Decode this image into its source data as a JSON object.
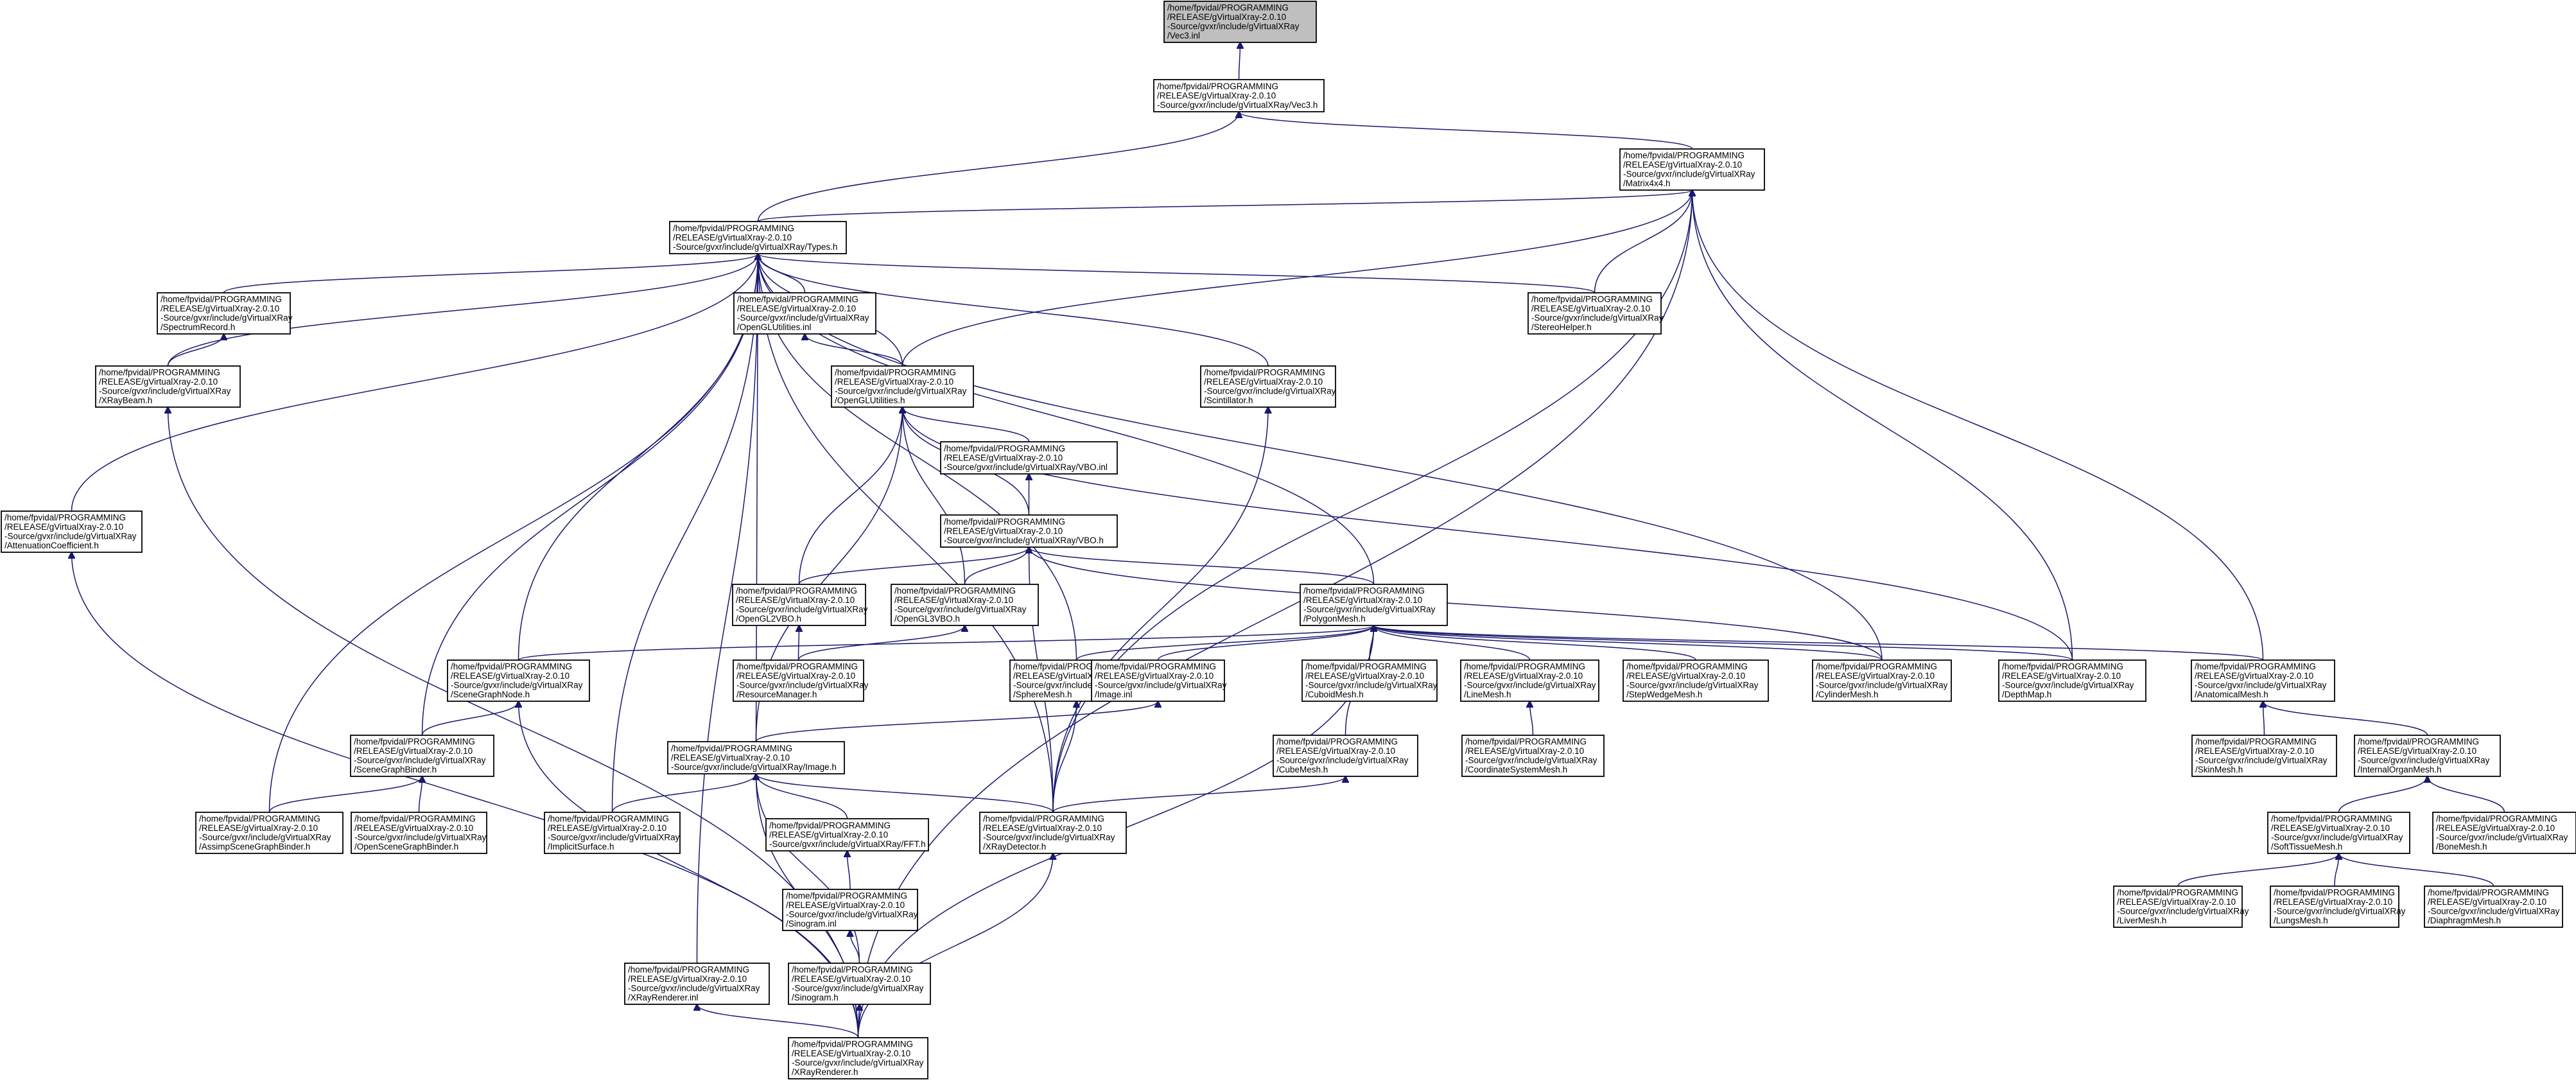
{
  "colors": {
    "edge": "#191970",
    "node_border": "#000000",
    "root_fill": "#bfbfbf",
    "node_fill": "#ffffff"
  },
  "nodes": [
    {
      "id": "vec3inl",
      "lines": [
        "/home/fpvidal/PROGRAMMING",
        "/RELEASE/gVirtualXray-2.0.10",
        "-Source/gvxr/include/gVirtualXRay",
        "/Vec3.inl"
      ]
    },
    {
      "id": "vec3h",
      "lines": [
        "/home/fpvidal/PROGRAMMING",
        "/RELEASE/gVirtualXray-2.0.10",
        "-Source/gvxr/include/gVirtualXRay/Vec3.h"
      ]
    },
    {
      "id": "matrix4x4",
      "lines": [
        "/home/fpvidal/PROGRAMMING",
        "/RELEASE/gVirtualXray-2.0.10",
        "-Source/gvxr/include/gVirtualXRay",
        "/Matrix4x4.h"
      ]
    },
    {
      "id": "types",
      "lines": [
        "/home/fpvidal/PROGRAMMING",
        "/RELEASE/gVirtualXray-2.0.10",
        "-Source/gvxr/include/gVirtualXRay/Types.h"
      ]
    },
    {
      "id": "spectrum",
      "lines": [
        "/home/fpvidal/PROGRAMMING",
        "/RELEASE/gVirtualXray-2.0.10",
        "-Source/gvxr/include/gVirtualXRay",
        "/SpectrumRecord.h"
      ]
    },
    {
      "id": "oglutilinl",
      "lines": [
        "/home/fpvidal/PROGRAMMING",
        "/RELEASE/gVirtualXray-2.0.10",
        "-Source/gvxr/include/gVirtualXRay",
        "/OpenGLUtilities.inl"
      ]
    },
    {
      "id": "stereo",
      "lines": [
        "/home/fpvidal/PROGRAMMING",
        "/RELEASE/gVirtualXray-2.0.10",
        "-Source/gvxr/include/gVirtualXRay",
        "/StereoHelper.h"
      ]
    },
    {
      "id": "xraybeam",
      "lines": [
        "/home/fpvidal/PROGRAMMING",
        "/RELEASE/gVirtualXray-2.0.10",
        "-Source/gvxr/include/gVirtualXRay",
        "/XRayBeam.h"
      ]
    },
    {
      "id": "oglutil",
      "lines": [
        "/home/fpvidal/PROGRAMMING",
        "/RELEASE/gVirtualXray-2.0.10",
        "-Source/gvxr/include/gVirtualXRay",
        "/OpenGLUtilities.h"
      ]
    },
    {
      "id": "scint",
      "lines": [
        "/home/fpvidal/PROGRAMMING",
        "/RELEASE/gVirtualXray-2.0.10",
        "-Source/gvxr/include/gVirtualXRay",
        "/Scintillator.h"
      ]
    },
    {
      "id": "vboinl",
      "lines": [
        "/home/fpvidal/PROGRAMMING",
        "/RELEASE/gVirtualXray-2.0.10",
        "-Source/gvxr/include/gVirtualXRay/VBO.inl"
      ]
    },
    {
      "id": "atten",
      "lines": [
        "/home/fpvidal/PROGRAMMING",
        "/RELEASE/gVirtualXray-2.0.10",
        "-Source/gvxr/include/gVirtualXRay",
        "/AttenuationCoefficient.h"
      ]
    },
    {
      "id": "vboh",
      "lines": [
        "/home/fpvidal/PROGRAMMING",
        "/RELEASE/gVirtualXray-2.0.10",
        "-Source/gvxr/include/gVirtualXRay/VBO.h"
      ]
    },
    {
      "id": "ogl2vbo",
      "lines": [
        "/home/fpvidal/PROGRAMMING",
        "/RELEASE/gVirtualXray-2.0.10",
        "-Source/gvxr/include/gVirtualXRay",
        "/OpenGL2VBO.h"
      ]
    },
    {
      "id": "ogl3vbo",
      "lines": [
        "/home/fpvidal/PROGRAMMING",
        "/RELEASE/gVirtualXray-2.0.10",
        "-Source/gvxr/include/gVirtualXRay",
        "/OpenGL3VBO.h"
      ]
    },
    {
      "id": "polygon",
      "lines": [
        "/home/fpvidal/PROGRAMMING",
        "/RELEASE/gVirtualXray-2.0.10",
        "-Source/gvxr/include/gVirtualXRay",
        "/PolygonMesh.h"
      ]
    },
    {
      "id": "scenenode",
      "lines": [
        "/home/fpvidal/PROGRAMMING",
        "/RELEASE/gVirtualXray-2.0.10",
        "-Source/gvxr/include/gVirtualXRay",
        "/SceneGraphNode.h"
      ]
    },
    {
      "id": "resmgr",
      "lines": [
        "/home/fpvidal/PROGRAMMING",
        "/RELEASE/gVirtualXray-2.0.10",
        "-Source/gvxr/include/gVirtualXRay",
        "/ResourceManager.h"
      ]
    },
    {
      "id": "sphere",
      "lines": [
        "/home/fpvidal/PROGRAMMING",
        "/RELEASE/gVirtualXray-2.0.10",
        "-Source/gvxr/include/gVirtualXRay",
        "/SphereMesh.h"
      ]
    },
    {
      "id": "imageinl",
      "lines": [
        "/home/fpvidal/PROGRAMMING",
        "/RELEASE/gVirtualXray-2.0.10",
        "-Source/gvxr/include/gVirtualXRay",
        "/Image.inl"
      ]
    },
    {
      "id": "cuboid",
      "lines": [
        "/home/fpvidal/PROGRAMMING",
        "/RELEASE/gVirtualXray-2.0.10",
        "-Source/gvxr/include/gVirtualXRay",
        "/CuboidMesh.h"
      ]
    },
    {
      "id": "linemesh",
      "lines": [
        "/home/fpvidal/PROGRAMMING",
        "/RELEASE/gVirtualXray-2.0.10",
        "-Source/gvxr/include/gVirtualXRay",
        "/LineMesh.h"
      ]
    },
    {
      "id": "stepwedge",
      "lines": [
        "/home/fpvidal/PROGRAMMING",
        "/RELEASE/gVirtualXray-2.0.10",
        "-Source/gvxr/include/gVirtualXRay",
        "/StepWedgeMesh.h"
      ]
    },
    {
      "id": "cylinder",
      "lines": [
        "/home/fpvidal/PROGRAMMING",
        "/RELEASE/gVirtualXray-2.0.10",
        "-Source/gvxr/include/gVirtualXRay",
        "/CylinderMesh.h"
      ]
    },
    {
      "id": "depthmap",
      "lines": [
        "/home/fpvidal/PROGRAMMING",
        "/RELEASE/gVirtualXray-2.0.10",
        "-Source/gvxr/include/gVirtualXRay",
        "/DepthMap.h"
      ]
    },
    {
      "id": "anatomical",
      "lines": [
        "/home/fpvidal/PROGRAMMING",
        "/RELEASE/gVirtualXray-2.0.10",
        "-Source/gvxr/include/gVirtualXRay",
        "/AnatomicalMesh.h"
      ]
    },
    {
      "id": "scenebinder",
      "lines": [
        "/home/fpvidal/PROGRAMMING",
        "/RELEASE/gVirtualXray-2.0.10",
        "-Source/gvxr/include/gVirtualXRay",
        "/SceneGraphBinder.h"
      ]
    },
    {
      "id": "imageh",
      "lines": [
        "/home/fpvidal/PROGRAMMING",
        "/RELEASE/gVirtualXray-2.0.10",
        "-Source/gvxr/include/gVirtualXRay/Image.h"
      ]
    },
    {
      "id": "cubemesh",
      "lines": [
        "/home/fpvidal/PROGRAMMING",
        "/RELEASE/gVirtualXray-2.0.10",
        "-Source/gvxr/include/gVirtualXRay",
        "/CubeMesh.h"
      ]
    },
    {
      "id": "coordsys",
      "lines": [
        "/home/fpvidal/PROGRAMMING",
        "/RELEASE/gVirtualXray-2.0.10",
        "-Source/gvxr/include/gVirtualXRay",
        "/CoordinateSystemMesh.h"
      ]
    },
    {
      "id": "skin",
      "lines": [
        "/home/fpvidal/PROGRAMMING",
        "/RELEASE/gVirtualXray-2.0.10",
        "-Source/gvxr/include/gVirtualXRay",
        "/SkinMesh.h"
      ]
    },
    {
      "id": "internal",
      "lines": [
        "/home/fpvidal/PROGRAMMING",
        "/RELEASE/gVirtualXray-2.0.10",
        "-Source/gvxr/include/gVirtualXRay",
        "/InternalOrganMesh.h"
      ]
    },
    {
      "id": "assimp",
      "lines": [
        "/home/fpvidal/PROGRAMMING",
        "/RELEASE/gVirtualXray-2.0.10",
        "-Source/gvxr/include/gVirtualXRay",
        "/AssimpSceneGraphBinder.h"
      ]
    },
    {
      "id": "osgbinder",
      "lines": [
        "/home/fpvidal/PROGRAMMING",
        "/RELEASE/gVirtualXray-2.0.10",
        "-Source/gvxr/include/gVirtualXRay",
        "/OpenSceneGraphBinder.h"
      ]
    },
    {
      "id": "implicit",
      "lines": [
        "/home/fpvidal/PROGRAMMING",
        "/RELEASE/gVirtualXray-2.0.10",
        "-Source/gvxr/include/gVirtualXRay",
        "/ImplicitSurface.h"
      ]
    },
    {
      "id": "fft",
      "lines": [
        "/home/fpvidal/PROGRAMMING",
        "/RELEASE/gVirtualXray-2.0.10",
        "-Source/gvxr/include/gVirtualXRay/FFT.h"
      ]
    },
    {
      "id": "detector",
      "lines": [
        "/home/fpvidal/PROGRAMMING",
        "/RELEASE/gVirtualXray-2.0.10",
        "-Source/gvxr/include/gVirtualXRay",
        "/XRayDetector.h"
      ]
    },
    {
      "id": "softtissue",
      "lines": [
        "/home/fpvidal/PROGRAMMING",
        "/RELEASE/gVirtualXray-2.0.10",
        "-Source/gvxr/include/gVirtualXRay",
        "/SoftTissueMesh.h"
      ]
    },
    {
      "id": "bone",
      "lines": [
        "/home/fpvidal/PROGRAMMING",
        "/RELEASE/gVirtualXray-2.0.10",
        "-Source/gvxr/include/gVirtualXRay",
        "/BoneMesh.h"
      ]
    },
    {
      "id": "sinograminl",
      "lines": [
        "/home/fpvidal/PROGRAMMING",
        "/RELEASE/gVirtualXray-2.0.10",
        "-Source/gvxr/include/gVirtualXRay",
        "/Sinogram.inl"
      ]
    },
    {
      "id": "liver",
      "lines": [
        "/home/fpvidal/PROGRAMMING",
        "/RELEASE/gVirtualXray-2.0.10",
        "-Source/gvxr/include/gVirtualXRay",
        "/LiverMesh.h"
      ]
    },
    {
      "id": "lungs",
      "lines": [
        "/home/fpvidal/PROGRAMMING",
        "/RELEASE/gVirtualXray-2.0.10",
        "-Source/gvxr/include/gVirtualXRay",
        "/LungsMesh.h"
      ]
    },
    {
      "id": "diaphragm",
      "lines": [
        "/home/fpvidal/PROGRAMMING",
        "/RELEASE/gVirtualXray-2.0.10",
        "-Source/gvxr/include/gVirtualXRay",
        "/DiaphragmMesh.h"
      ]
    },
    {
      "id": "rendererinl",
      "lines": [
        "/home/fpvidal/PROGRAMMING",
        "/RELEASE/gVirtualXray-2.0.10",
        "-Source/gvxr/include/gVirtualXRay",
        "/XRayRenderer.inl"
      ]
    },
    {
      "id": "sinogramh",
      "lines": [
        "/home/fpvidal/PROGRAMMING",
        "/RELEASE/gVirtualXray-2.0.10",
        "-Source/gvxr/include/gVirtualXRay",
        "/Sinogram.h"
      ]
    },
    {
      "id": "renderer",
      "lines": [
        "/home/fpvidal/PROGRAMMING",
        "/RELEASE/gVirtualXray-2.0.10",
        "-Source/gvxr/include/gVirtualXRay",
        "/XRayRenderer.h"
      ]
    }
  ],
  "edges": [
    [
      "vec3h",
      "vec3inl"
    ],
    [
      "types",
      "vec3h"
    ],
    [
      "matrix4x4",
      "vec3h"
    ],
    [
      "types",
      "matrix4x4"
    ],
    [
      "stereo",
      "matrix4x4"
    ],
    [
      "oglutil",
      "matrix4x4"
    ],
    [
      "depthmap",
      "matrix4x4"
    ],
    [
      "anatomical",
      "matrix4x4"
    ],
    [
      "detector",
      "matrix4x4"
    ],
    [
      "renderer",
      "matrix4x4"
    ],
    [
      "spectrum",
      "types"
    ],
    [
      "oglutilinl",
      "types"
    ],
    [
      "stereo",
      "types"
    ],
    [
      "xraybeam",
      "types"
    ],
    [
      "oglutil",
      "types"
    ],
    [
      "scint",
      "types"
    ],
    [
      "atten",
      "types"
    ],
    [
      "polygon",
      "types"
    ],
    [
      "scenenode",
      "types"
    ],
    [
      "sphere",
      "types"
    ],
    [
      "cylinder",
      "types"
    ],
    [
      "scenebinder",
      "types"
    ],
    [
      "imageh",
      "types"
    ],
    [
      "assimp",
      "types"
    ],
    [
      "implicit",
      "types"
    ],
    [
      "detector",
      "types"
    ],
    [
      "rendererinl",
      "types"
    ],
    [
      "xraybeam",
      "spectrum"
    ],
    [
      "oglutil",
      "oglutilinl"
    ],
    [
      "vboinl",
      "oglutil"
    ],
    [
      "vboh",
      "oglutil"
    ],
    [
      "ogl2vbo",
      "oglutil"
    ],
    [
      "ogl3vbo",
      "oglutil"
    ],
    [
      "depthmap",
      "oglutil"
    ],
    [
      "imageh",
      "oglutil"
    ],
    [
      "vboh",
      "vboinl"
    ],
    [
      "ogl2vbo",
      "vboh"
    ],
    [
      "ogl3vbo",
      "vboh"
    ],
    [
      "polygon",
      "vboh"
    ],
    [
      "detector",
      "vboh"
    ],
    [
      "cylinder",
      "vboh"
    ],
    [
      "resmgr",
      "ogl2vbo"
    ],
    [
      "resmgr",
      "ogl3vbo"
    ],
    [
      "scenenode",
      "polygon"
    ],
    [
      "sphere",
      "polygon"
    ],
    [
      "imageinl",
      "polygon"
    ],
    [
      "cuboid",
      "polygon"
    ],
    [
      "linemesh",
      "polygon"
    ],
    [
      "stepwedge",
      "polygon"
    ],
    [
      "cylinder",
      "polygon"
    ],
    [
      "depthmap",
      "polygon"
    ],
    [
      "anatomical",
      "polygon"
    ],
    [
      "cubemesh",
      "polygon"
    ],
    [
      "renderer",
      "polygon"
    ],
    [
      "scenebinder",
      "scenenode"
    ],
    [
      "renderer",
      "scenenode"
    ],
    [
      "imageh",
      "imageinl"
    ],
    [
      "coordsys",
      "linemesh"
    ],
    [
      "skin",
      "anatomical"
    ],
    [
      "internal",
      "anatomical"
    ],
    [
      "assimp",
      "scenebinder"
    ],
    [
      "osgbinder",
      "scenebinder"
    ],
    [
      "implicit",
      "imageh"
    ],
    [
      "fft",
      "imageh"
    ],
    [
      "detector",
      "imageh"
    ],
    [
      "sinogramh",
      "imageh"
    ],
    [
      "renderer",
      "imageh"
    ],
    [
      "detector",
      "scint"
    ],
    [
      "detector",
      "sphere"
    ],
    [
      "detector",
      "cubemesh"
    ],
    [
      "softtissue",
      "internal"
    ],
    [
      "bone",
      "internal"
    ],
    [
      "sinograminl",
      "fft"
    ],
    [
      "sinogramh",
      "sinograminl"
    ],
    [
      "liver",
      "softtissue"
    ],
    [
      "lungs",
      "softtissue"
    ],
    [
      "diaphragm",
      "softtissue"
    ],
    [
      "renderer",
      "rendererinl"
    ],
    [
      "renderer",
      "sinogramh"
    ],
    [
      "renderer",
      "detector"
    ],
    [
      "renderer",
      "xraybeam"
    ],
    [
      "renderer",
      "atten"
    ]
  ]
}
